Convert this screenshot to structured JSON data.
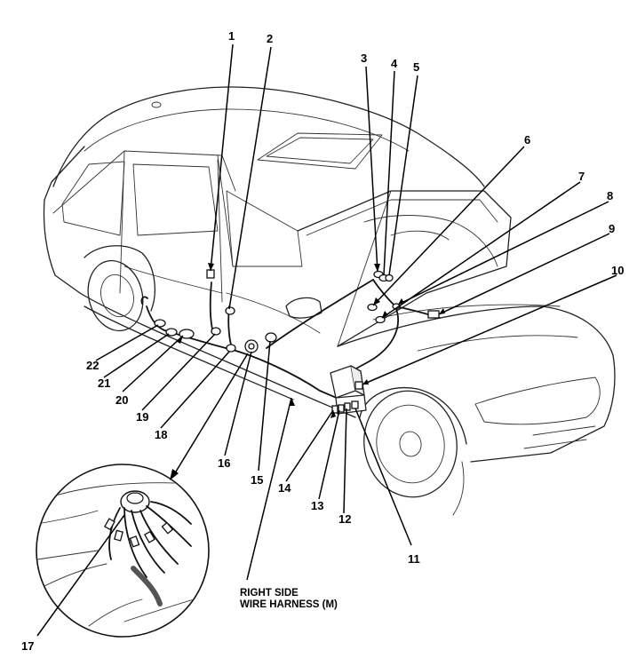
{
  "callouts": [
    "1",
    "2",
    "3",
    "4",
    "5",
    "6",
    "7",
    "8",
    "9",
    "10",
    "11",
    "12",
    "13",
    "14",
    "15",
    "16",
    "17",
    "18",
    "19",
    "20",
    "21",
    "22"
  ],
  "harness_label": {
    "line1": "RIGHT SIDE",
    "line2": "WIRE HARNESS (M)"
  }
}
